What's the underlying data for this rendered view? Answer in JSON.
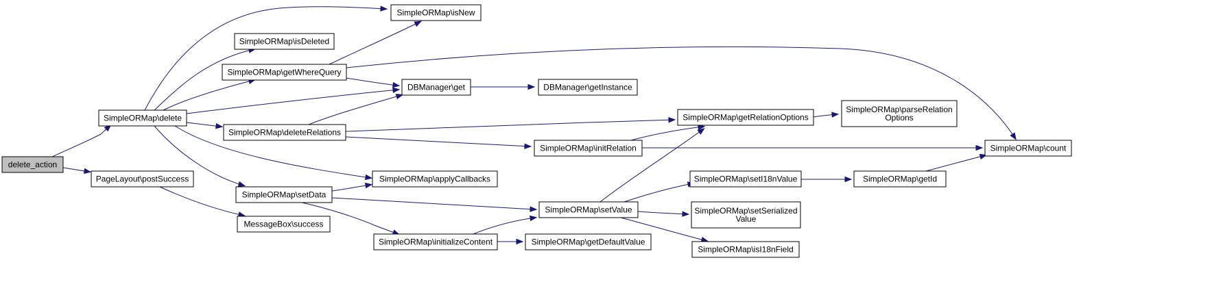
{
  "graph": {
    "root": "delete_action",
    "nodes": [
      {
        "id": "delete_action",
        "lines": [
          "delete_action"
        ],
        "root": true
      },
      {
        "id": "orm_delete",
        "lines": [
          "SimpleORMap\\delete"
        ]
      },
      {
        "id": "page_post_success",
        "lines": [
          "PageLayout\\postSuccess"
        ]
      },
      {
        "id": "orm_is_new",
        "lines": [
          "SimpleORMap\\isNew"
        ]
      },
      {
        "id": "orm_is_deleted",
        "lines": [
          "SimpleORMap\\isDeleted"
        ]
      },
      {
        "id": "orm_get_where_query",
        "lines": [
          "SimpleORMap\\getWhereQuery"
        ]
      },
      {
        "id": "orm_delete_relations",
        "lines": [
          "SimpleORMap\\deleteRelations"
        ]
      },
      {
        "id": "orm_set_data",
        "lines": [
          "SimpleORMap\\setData"
        ]
      },
      {
        "id": "messagebox_success",
        "lines": [
          "MessageBox\\success"
        ]
      },
      {
        "id": "dbmanager_get",
        "lines": [
          "DBManager\\get"
        ]
      },
      {
        "id": "orm_apply_callbacks",
        "lines": [
          "SimpleORMap\\applyCallbacks"
        ]
      },
      {
        "id": "orm_initialize_content",
        "lines": [
          "SimpleORMap\\initializeContent"
        ]
      },
      {
        "id": "dbmanager_get_instance",
        "lines": [
          "DBManager\\getInstance"
        ]
      },
      {
        "id": "orm_init_relation",
        "lines": [
          "SimpleORMap\\initRelation"
        ]
      },
      {
        "id": "orm_set_value",
        "lines": [
          "SimpleORMap\\setValue"
        ]
      },
      {
        "id": "orm_get_default_value",
        "lines": [
          "SimpleORMap\\getDefaultValue"
        ]
      },
      {
        "id": "orm_get_relation_options",
        "lines": [
          "SimpleORMap\\getRelationOptions"
        ]
      },
      {
        "id": "orm_set_i18n_value",
        "lines": [
          "SimpleORMap\\setI18nValue"
        ]
      },
      {
        "id": "orm_set_serialized_value",
        "lines": [
          "SimpleORMap\\setSerialized",
          "Value"
        ]
      },
      {
        "id": "orm_is_i18n_field",
        "lines": [
          "SimpleORMap\\isI18nField"
        ]
      },
      {
        "id": "orm_parse_relation_options",
        "lines": [
          "SimpleORMap\\parseRelation",
          "Options"
        ]
      },
      {
        "id": "orm_get_id",
        "lines": [
          "SimpleORMap\\getId"
        ]
      },
      {
        "id": "orm_count",
        "lines": [
          "SimpleORMap\\count"
        ]
      }
    ],
    "edges": [
      {
        "from": "delete_action",
        "to": "orm_delete"
      },
      {
        "from": "delete_action",
        "to": "page_post_success"
      },
      {
        "from": "orm_delete",
        "to": "orm_is_new"
      },
      {
        "from": "orm_delete",
        "to": "orm_is_deleted"
      },
      {
        "from": "orm_delete",
        "to": "orm_get_where_query"
      },
      {
        "from": "orm_delete",
        "to": "dbmanager_get"
      },
      {
        "from": "orm_delete",
        "to": "orm_delete_relations"
      },
      {
        "from": "orm_delete",
        "to": "orm_apply_callbacks"
      },
      {
        "from": "orm_delete",
        "to": "orm_set_data"
      },
      {
        "from": "orm_get_where_query",
        "to": "orm_is_new"
      },
      {
        "from": "orm_get_where_query",
        "to": "dbmanager_get"
      },
      {
        "from": "orm_get_where_query",
        "to": "orm_count"
      },
      {
        "from": "dbmanager_get",
        "to": "dbmanager_get_instance"
      },
      {
        "from": "orm_delete_relations",
        "to": "dbmanager_get"
      },
      {
        "from": "orm_delete_relations",
        "to": "orm_get_relation_options"
      },
      {
        "from": "orm_delete_relations",
        "to": "orm_init_relation"
      },
      {
        "from": "orm_init_relation",
        "to": "orm_get_relation_options"
      },
      {
        "from": "orm_init_relation",
        "to": "orm_count"
      },
      {
        "from": "orm_get_relation_options",
        "to": "orm_parse_relation_options"
      },
      {
        "from": "page_post_success",
        "to": "messagebox_success"
      },
      {
        "from": "orm_set_data",
        "to": "orm_apply_callbacks"
      },
      {
        "from": "orm_set_data",
        "to": "orm_set_value"
      },
      {
        "from": "orm_set_data",
        "to": "orm_initialize_content"
      },
      {
        "from": "orm_initialize_content",
        "to": "orm_set_value"
      },
      {
        "from": "orm_initialize_content",
        "to": "orm_get_default_value"
      },
      {
        "from": "orm_set_value",
        "to": "orm_get_relation_options"
      },
      {
        "from": "orm_set_value",
        "to": "orm_set_i18n_value"
      },
      {
        "from": "orm_set_value",
        "to": "orm_set_serialized_value"
      },
      {
        "from": "orm_set_value",
        "to": "orm_is_i18n_field"
      },
      {
        "from": "orm_set_i18n_value",
        "to": "orm_get_id"
      },
      {
        "from": "orm_get_id",
        "to": "orm_count"
      }
    ]
  },
  "colors": {
    "edge": "#191970",
    "root_fill": "#bfbfbf",
    "node_fill": "#ffffff",
    "node_border": "#000000"
  }
}
